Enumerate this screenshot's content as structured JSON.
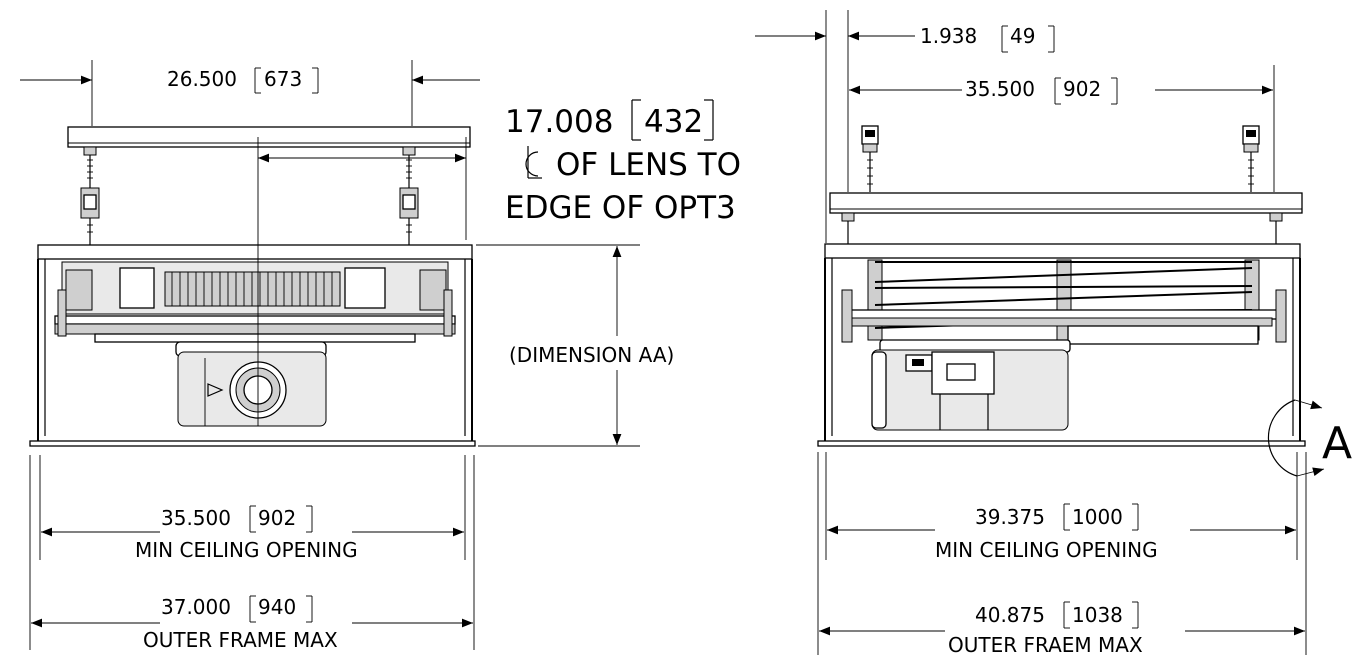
{
  "front_view": {
    "top_width": "26.500",
    "top_width_mm": "673",
    "lens_offset": "17.008",
    "lens_offset_mm": "432",
    "lens_note_line1": "OF LENS TO",
    "lens_note_line2": "EDGE OF OPT3",
    "height_note": "(DIMENSION AA)",
    "min_opening": "35.500",
    "min_opening_mm": "902",
    "min_opening_label": "MIN CEILING OPENING",
    "outer_frame": "37.000",
    "outer_frame_mm": "940",
    "outer_frame_label": "OUTER FRAME MAX"
  },
  "side_view": {
    "offset": "1.938",
    "offset_mm": "49",
    "top_width": "35.500",
    "top_width_mm": "902",
    "min_opening": "39.375",
    "min_opening_mm": "1000",
    "min_opening_label": "MIN CEILING OPENING",
    "outer_frame": "40.875",
    "outer_frame_mm": "1038",
    "outer_frame_label": "OUTER FRAEM MAX",
    "section_marker": "A"
  }
}
